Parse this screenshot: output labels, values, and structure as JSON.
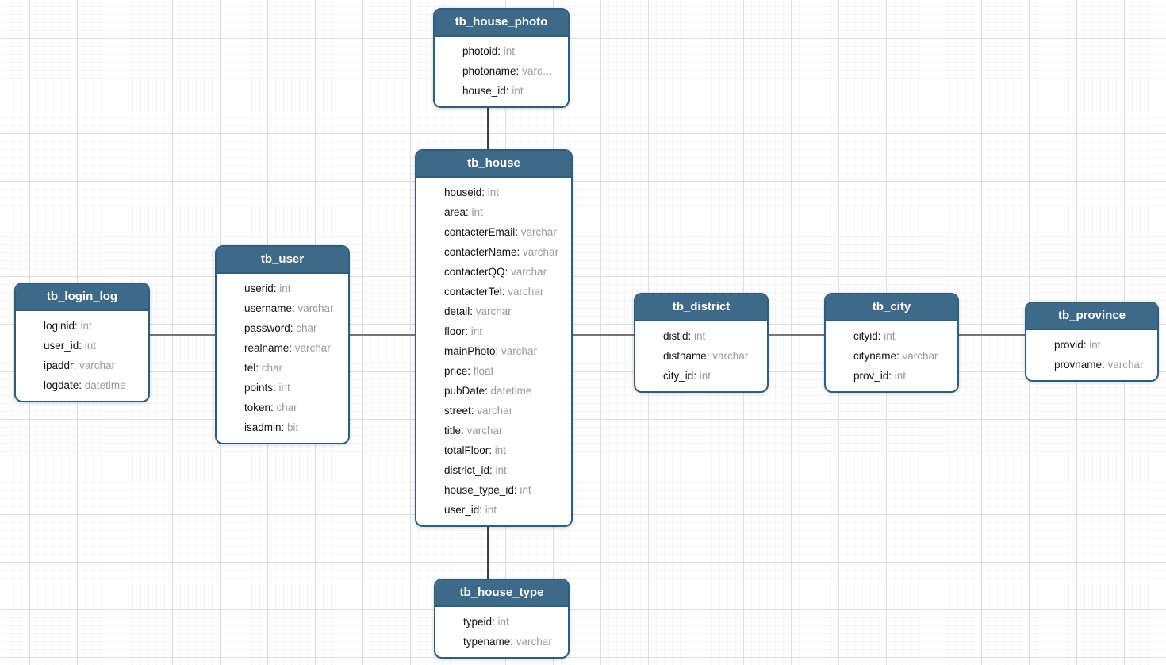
{
  "colors": {
    "header_bg": "#3e6a8a",
    "table_border": "#2f5d7c",
    "body_bg": "#ffffff",
    "field_name": "#111111",
    "field_type": "#999999",
    "connector_h": "#757575",
    "connector_v": "#3f3f3f",
    "grid_minor": "#f4f4f4",
    "grid_major": "#dedede"
  },
  "tables": [
    {
      "name": "tb_house_photo",
      "fields": [
        {
          "name": "photoid",
          "type": "int"
        },
        {
          "name": "photoname",
          "type": "varc…"
        },
        {
          "name": "house_id",
          "type": "int"
        }
      ]
    },
    {
      "name": "tb_house",
      "fields": [
        {
          "name": "houseid",
          "type": "int"
        },
        {
          "name": "area",
          "type": "int"
        },
        {
          "name": "contacterEmail",
          "type": "varchar"
        },
        {
          "name": "contacterName",
          "type": "varchar"
        },
        {
          "name": "contacterQQ",
          "type": "varchar"
        },
        {
          "name": "contacterTel",
          "type": "varchar"
        },
        {
          "name": "detail",
          "type": "varchar"
        },
        {
          "name": "floor",
          "type": "int"
        },
        {
          "name": "mainPhoto",
          "type": "varchar"
        },
        {
          "name": "price",
          "type": "float"
        },
        {
          "name": "pubDate",
          "type": "datetime"
        },
        {
          "name": "street",
          "type": "varchar"
        },
        {
          "name": "title",
          "type": "varchar"
        },
        {
          "name": "totalFloor",
          "type": "int"
        },
        {
          "name": "district_id",
          "type": "int"
        },
        {
          "name": "house_type_id",
          "type": "int"
        },
        {
          "name": "user_id",
          "type": "int"
        }
      ]
    },
    {
      "name": "tb_user",
      "fields": [
        {
          "name": "userid",
          "type": "int"
        },
        {
          "name": "username",
          "type": "varchar"
        },
        {
          "name": "password",
          "type": "char"
        },
        {
          "name": "realname",
          "type": "varchar"
        },
        {
          "name": "tel",
          "type": "char"
        },
        {
          "name": "points",
          "type": "int"
        },
        {
          "name": "token",
          "type": "char"
        },
        {
          "name": "isadmin",
          "type": "bit"
        }
      ]
    },
    {
      "name": "tb_login_log",
      "fields": [
        {
          "name": "loginid",
          "type": "int"
        },
        {
          "name": "user_id",
          "type": "int"
        },
        {
          "name": "ipaddr",
          "type": "varchar"
        },
        {
          "name": "logdate",
          "type": "datetime"
        }
      ]
    },
    {
      "name": "tb_district",
      "fields": [
        {
          "name": "distid",
          "type": "int"
        },
        {
          "name": "distname",
          "type": "varchar"
        },
        {
          "name": "city_id",
          "type": "int"
        }
      ]
    },
    {
      "name": "tb_city",
      "fields": [
        {
          "name": "cityid",
          "type": "int"
        },
        {
          "name": "cityname",
          "type": "varchar"
        },
        {
          "name": "prov_id",
          "type": "int"
        }
      ]
    },
    {
      "name": "tb_province",
      "fields": [
        {
          "name": "provid",
          "type": "int"
        },
        {
          "name": "provname",
          "type": "varchar"
        }
      ]
    },
    {
      "name": "tb_house_type",
      "fields": [
        {
          "name": "typeid",
          "type": "int"
        },
        {
          "name": "typename",
          "type": "varchar"
        }
      ]
    }
  ],
  "connections": [
    {
      "from": "tb_house_photo",
      "to": "tb_house"
    },
    {
      "from": "tb_house",
      "to": "tb_house_type"
    },
    {
      "from": "tb_login_log",
      "to": "tb_user"
    },
    {
      "from": "tb_user",
      "to": "tb_house"
    },
    {
      "from": "tb_house",
      "to": "tb_district"
    },
    {
      "from": "tb_district",
      "to": "tb_city"
    },
    {
      "from": "tb_city",
      "to": "tb_province"
    }
  ]
}
